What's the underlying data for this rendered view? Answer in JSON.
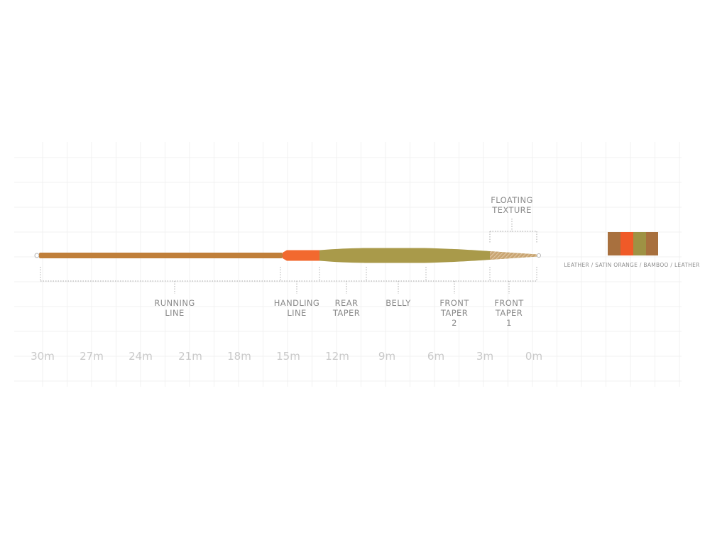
{
  "segments": {
    "running_line": [
      "RUNNING",
      "LINE"
    ],
    "handling_line": [
      "HANDLING",
      "LINE"
    ],
    "rear_taper": [
      "REAR",
      "TAPER"
    ],
    "belly": [
      "BELLY"
    ],
    "front_taper_2": [
      "FRONT",
      "TAPER",
      "2"
    ],
    "front_taper_1": [
      "FRONT",
      "TAPER",
      "1"
    ]
  },
  "floating_texture": [
    "FLOATING",
    "TEXTURE"
  ],
  "distance_scale": [
    "30m",
    "27m",
    "24m",
    "21m",
    "18m",
    "15m",
    "12m",
    "9m",
    "6m",
    "3m",
    "0m"
  ],
  "color_swatch": {
    "caption": "LEATHER / SATIN ORANGE / BAMBOO / LEATHER",
    "colors": [
      "#A8703E",
      "#F05A28",
      "#9E9244",
      "#A8703E"
    ]
  },
  "line_colors": {
    "running": "#C07F3A",
    "handling": "#F2692F",
    "body": "#A99A4A"
  }
}
